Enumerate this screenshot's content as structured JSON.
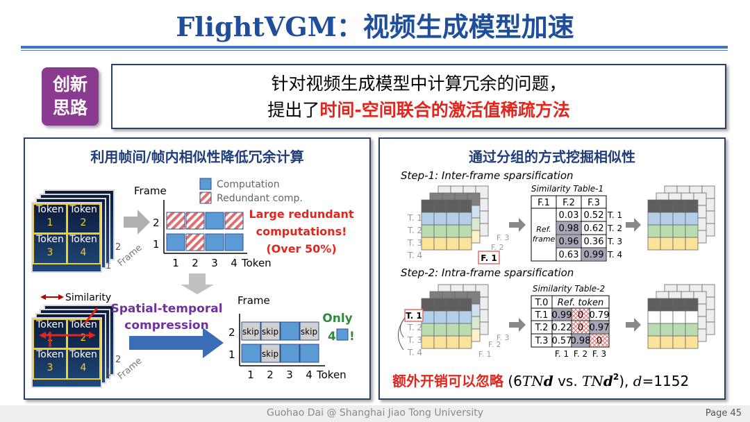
{
  "slide": {
    "title": "FlightVGM：视频生成模型加速",
    "badge": {
      "line1": "创新",
      "line2": "思路"
    },
    "idea": {
      "line1": "针对视频生成模型中计算冗余的问题，",
      "line2_prefix": "提出了",
      "line2_highlight": "时间-空间联合的激活值稀疏方法"
    }
  },
  "left_panel": {
    "title": "利用帧间/帧内相似性降低冗余计算",
    "tokens": [
      "Token",
      "Token",
      "Token",
      "Token"
    ],
    "token_numbers": [
      "1",
      "2",
      "3",
      "4"
    ],
    "frame_labels": [
      "1",
      "2"
    ],
    "frame_axis": "Frame",
    "legend": {
      "computation": "Computation",
      "redundant": "Redundant comp."
    },
    "top_chart": {
      "ylabel": "Frame",
      "rows": [
        "2",
        "1"
      ],
      "x_ticks": [
        "1",
        "2",
        "3",
        "4"
      ],
      "xlabel": "Token"
    },
    "redundant_text": [
      "Large redundant",
      "computations!",
      "(Over 50%)"
    ],
    "similarity_label": "Similarity",
    "compression_label": [
      "Spatial-temporal",
      "compression"
    ],
    "bottom_chart": {
      "ylabel": "Frame",
      "rows": [
        "2",
        "1"
      ],
      "x_ticks": [
        "1",
        "2",
        "3",
        "4"
      ],
      "xlabel": "Token",
      "skip": "skip"
    },
    "only_text": [
      "Only",
      "4",
      "!"
    ]
  },
  "right_panel": {
    "title": "通过分组的方式挖掘相似性",
    "step1": "Step-1: Inter-frame sparsification",
    "step2": "Step-2: Intra-frame sparsification",
    "t_labels": [
      "T. 1",
      "T. 2",
      "T. 3",
      "T. 4"
    ],
    "f_labels": [
      "F. 1",
      "F. 2",
      "F. 3"
    ],
    "table1": {
      "title": "Similarity Table-1",
      "headers": [
        "F.1",
        "F.2",
        "F.3"
      ],
      "ref_label": [
        "Ref.",
        "frame"
      ],
      "rows": [
        [
          "0.03",
          "0.52"
        ],
        [
          "0.98",
          "0.62"
        ],
        [
          "0.96",
          "0.36"
        ],
        [
          "0.63",
          "0.99"
        ]
      ],
      "row_labels": [
        "T. 1",
        "T. 2",
        "T. 3",
        "T. 4"
      ]
    },
    "table2": {
      "title": "Similarity Table-2",
      "headers": [
        "T.0",
        "Ref. token"
      ],
      "row_labels": [
        "T.1",
        "T.2",
        "T.3"
      ],
      "rows": [
        [
          "0.99",
          "0",
          "0.79"
        ],
        [
          "0.22",
          "0",
          "0.97"
        ],
        [
          "0.57",
          "0.98",
          "0"
        ]
      ],
      "col_labels": [
        "F. 1",
        "F. 2",
        "F. 3"
      ]
    },
    "overhead": {
      "text": "额外开销可以忽略",
      "open": " (6",
      "tnd": "TN",
      "d": "d",
      "vs": " vs. ",
      "tnd2": "TN",
      "d2": "d",
      "sup": "2",
      "close": "), ",
      "dvar": "d",
      "eq": "=1152"
    }
  },
  "footer": {
    "text": "Guohao Dai @ Shanghai Jiao Tong University",
    "page": "Page 45"
  },
  "colors": {
    "title": "#1f4e9c",
    "badge": "#8a3b8f",
    "highlight": "#e2261d",
    "computation": "#5b9bd5",
    "redundant": "#e46c6c",
    "purple_text": "#7030a0",
    "green_text": "#2e8b3e"
  }
}
